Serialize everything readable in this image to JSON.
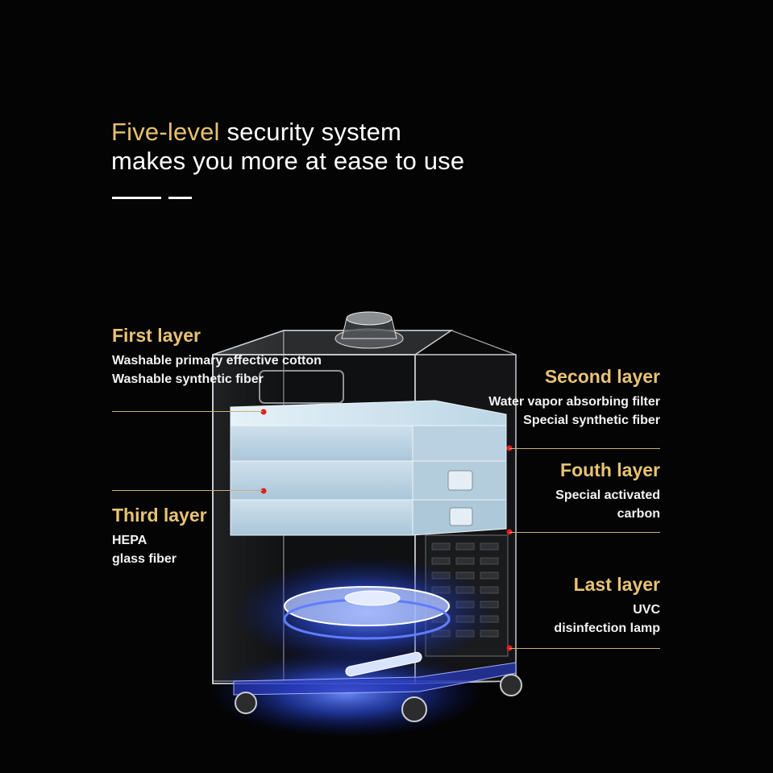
{
  "headline": {
    "accent": "Five-level",
    "line1_rest": " security system",
    "line2": "makes you more at ease to use"
  },
  "layers": [
    {
      "title": "First layer",
      "lines": [
        "Washable primary effective cotton",
        "Washable synthetic fiber"
      ]
    },
    {
      "title": "Second layer",
      "lines": [
        "Water vapor absorbing filter",
        "Special synthetic fiber"
      ]
    },
    {
      "title": "Third layer",
      "lines": [
        "HEPA",
        "glass fiber"
      ]
    },
    {
      "title": "Fouth layer",
      "lines": [
        "Special activated",
        "carbon"
      ]
    },
    {
      "title": "Last layer",
      "lines": [
        "UVC",
        "disinfection lamp"
      ]
    }
  ],
  "colors": {
    "background": "#040404",
    "accent_gold": "#e8c274",
    "marker_red": "#e02020",
    "uv_glow": "#2e5bff"
  }
}
